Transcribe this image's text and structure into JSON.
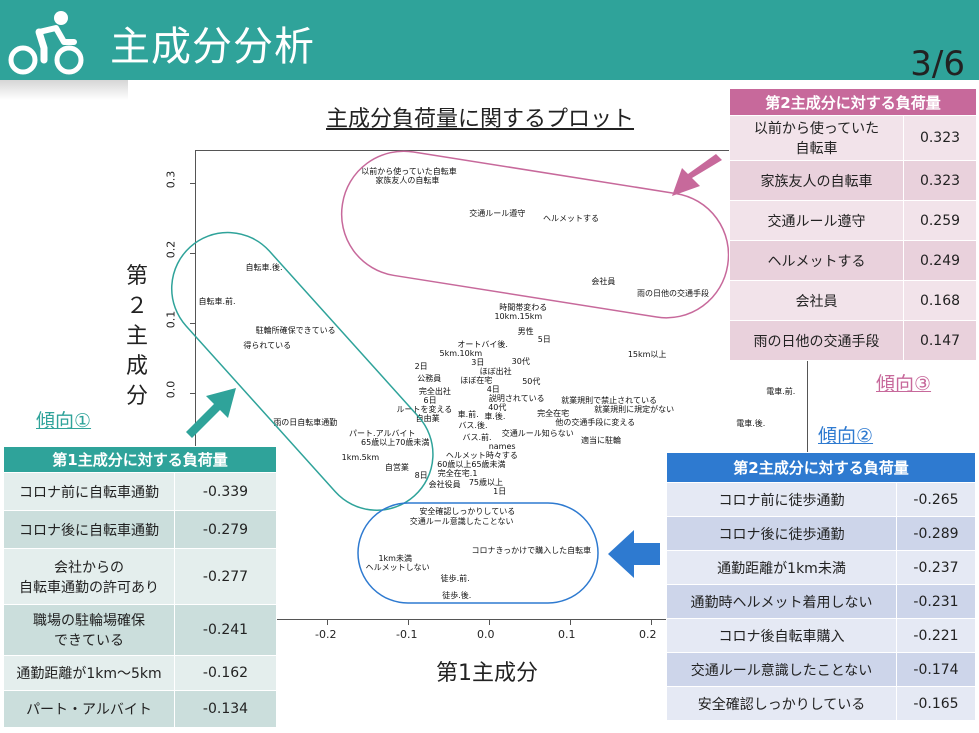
{
  "header": {
    "title": "主成分分析",
    "page": "3/6",
    "logo": "bicycle-icon"
  },
  "colors": {
    "teal": "#2fa39a",
    "pink": "#c7699b",
    "blue": "#2e7ad0"
  },
  "chart_data": {
    "type": "scatter",
    "title": "主成分負荷量に関するプロット",
    "xlabel": "第1主成分",
    "ylabel": "第２主成分",
    "xlim": [
      -0.36,
      0.39
    ],
    "ylim": [
      -0.33,
      0.34
    ],
    "xticks": [
      "-0.2",
      "-0.1",
      "0.0",
      "0.1",
      "0.2"
    ],
    "xtick_values": [
      -0.2,
      -0.1,
      0,
      0.1,
      0.2
    ],
    "yticks": [
      "0.0",
      "0.1",
      "0.2",
      "0.3"
    ],
    "ytick_values": [
      0,
      0.1,
      0.2,
      0.3
    ],
    "points": [
      {
        "label": "以前から使っていた自転車",
        "x": -0.1,
        "y": 0.317
      },
      {
        "label": "家族友人の自転車",
        "x": -0.102,
        "y": 0.307
      },
      {
        "label": "交通ルール遵守",
        "x": 0.009,
        "y": 0.257
      },
      {
        "label": "ヘルメットする",
        "x": 0.1,
        "y": 0.25
      },
      {
        "label": "会社員",
        "x": 0.14,
        "y": 0.16
      },
      {
        "label": "雨の日他の交通手段",
        "x": 0.226,
        "y": 0.143
      },
      {
        "label": "自転車.後.",
        "x": -0.279,
        "y": 0.18
      },
      {
        "label": "自転車.前.",
        "x": -0.337,
        "y": 0.131
      },
      {
        "label": "駐輪所確保できている",
        "x": -0.24,
        "y": 0.09
      },
      {
        "label": "得られている",
        "x": -0.275,
        "y": 0.069
      },
      {
        "label": "時間帯変わる",
        "x": 0.041,
        "y": 0.123
      },
      {
        "label": "10km.15km",
        "x": 0.035,
        "y": 0.113
      },
      {
        "label": "男性",
        "x": 0.044,
        "y": 0.089
      },
      {
        "label": "5日",
        "x": 0.067,
        "y": 0.077
      },
      {
        "label": "オートバイ後.",
        "x": -0.009,
        "y": 0.07
      },
      {
        "label": "5km.10km",
        "x": -0.036,
        "y": 0.059
      },
      {
        "label": "3日",
        "x": -0.015,
        "y": 0.049
      },
      {
        "label": "2日",
        "x": -0.085,
        "y": 0.039
      },
      {
        "label": "30代",
        "x": 0.038,
        "y": 0.046
      },
      {
        "label": "ほぼ出社",
        "x": 0.007,
        "y": 0.036
      },
      {
        "label": "ほぼ在宅",
        "x": -0.017,
        "y": 0.029
      },
      {
        "label": "4日",
        "x": 0.004,
        "y": 0.019
      },
      {
        "label": "公務員",
        "x": -0.075,
        "y": 0.021
      },
      {
        "label": "50代",
        "x": 0.051,
        "y": 0.017
      },
      {
        "label": "説明されている",
        "x": 0.033,
        "y": 0.003
      },
      {
        "label": "完全出社",
        "x": -0.068,
        "y": 0.003
      },
      {
        "label": "6日",
        "x": -0.074,
        "y": -0.007
      },
      {
        "label": "40代",
        "x": 0.009,
        "y": -0.007
      },
      {
        "label": "ルートを変える",
        "x": -0.081,
        "y": -0.017
      },
      {
        "label": "車.後.",
        "x": 0.006,
        "y": -0.017
      },
      {
        "label": "自由業",
        "x": -0.077,
        "y": -0.029
      },
      {
        "label": "車.前.",
        "x": -0.027,
        "y": -0.03
      },
      {
        "label": "バス.後.",
        "x": -0.021,
        "y": -0.039
      },
      {
        "label": "完全在宅",
        "x": 0.078,
        "y": -0.029
      },
      {
        "label": "就業規則で禁止されている",
        "x": 0.147,
        "y": -0.01
      },
      {
        "label": "就業規則に規定がない",
        "x": 0.178,
        "y": -0.02
      },
      {
        "label": "他の交通手段に変える",
        "x": 0.13,
        "y": -0.037
      },
      {
        "label": "交通ルール知らない",
        "x": 0.059,
        "y": -0.057
      },
      {
        "label": "適当に駐輪",
        "x": 0.137,
        "y": -0.067
      },
      {
        "label": "雨の日自転車通勤",
        "x": -0.228,
        "y": -0.041
      },
      {
        "label": "パート.アルバイト",
        "x": -0.133,
        "y": -0.057
      },
      {
        "label": "65歳以上70歳未満",
        "x": -0.117,
        "y": -0.069
      },
      {
        "label": "バス.前.",
        "x": -0.016,
        "y": -0.063
      },
      {
        "label": "names",
        "x": 0.015,
        "y": -0.074
      },
      {
        "label": "1km.5km",
        "x": -0.16,
        "y": -0.091
      },
      {
        "label": "ヘルメット時々する",
        "x": -0.01,
        "y": -0.083
      },
      {
        "label": "60歳以上65歳未満",
        "x": -0.023,
        "y": -0.094
      },
      {
        "label": "完全在宅.1",
        "x": -0.04,
        "y": -0.106
      },
      {
        "label": "75歳以上",
        "x": -0.005,
        "y": -0.116
      },
      {
        "label": "自営業",
        "x": -0.115,
        "y": -0.106
      },
      {
        "label": "8日",
        "x": -0.085,
        "y": -0.117
      },
      {
        "label": "会社役員",
        "x": -0.056,
        "y": -0.13
      },
      {
        "label": "1日",
        "x": 0.012,
        "y": -0.137
      },
      {
        "label": "15km以上",
        "x": 0.194,
        "y": 0.056
      },
      {
        "label": "電車.前.",
        "x": 0.359,
        "y": 0.003
      },
      {
        "label": "電車.後.",
        "x": 0.322,
        "y": -0.043
      },
      {
        "label": "安全確認しっかりしている",
        "x": -0.028,
        "y": -0.169
      },
      {
        "label": "交通ルール意識したことない",
        "x": -0.035,
        "y": -0.181
      },
      {
        "label": "コロナきっかけで購入した自転車",
        "x": 0.051,
        "y": -0.224
      },
      {
        "label": "1km未満",
        "x": -0.117,
        "y": -0.236
      },
      {
        "label": "ヘルメットしない",
        "x": -0.114,
        "y": -0.247
      },
      {
        "label": "徒歩.前.",
        "x": -0.043,
        "y": -0.264
      },
      {
        "label": "徒歩.後.",
        "x": -0.041,
        "y": -0.289
      }
    ]
  },
  "trend1": {
    "label": "傾向①",
    "header": "第1主成分に対する負荷量",
    "rows": [
      {
        "item": "コロナ前に自転車通勤",
        "value": "-0.339"
      },
      {
        "item": "コロナ後に自転車通勤",
        "value": "-0.279"
      },
      {
        "item": "会社からの\n自転車通勤の許可あり",
        "value": "-0.277"
      },
      {
        "item": "職場の駐輪場確保\nできている",
        "value": "-0.241"
      },
      {
        "item": "通勤距離が1km～5km",
        "value": "-0.162"
      },
      {
        "item": "パート・アルバイト",
        "value": "-0.134"
      }
    ]
  },
  "trend2": {
    "label": "傾向②",
    "header": "第2主成分に対する負荷量",
    "rows": [
      {
        "item": "コロナ前に徒歩通勤",
        "value": "-0.265"
      },
      {
        "item": "コロナ後に徒歩通勤",
        "value": "-0.289"
      },
      {
        "item": "通勤距離が1km未満",
        "value": "-0.237"
      },
      {
        "item": "通勤時ヘルメット着用しない",
        "value": "-0.231"
      },
      {
        "item": "コロナ後自転車購入",
        "value": "-0.221"
      },
      {
        "item": "交通ルール意識したことない",
        "value": "-0.174"
      },
      {
        "item": "安全確認しっかりしている",
        "value": "-0.165"
      }
    ]
  },
  "trend3": {
    "label": "傾向③",
    "header": "第2主成分に対する負荷量",
    "rows": [
      {
        "item": "以前から使っていた\n自転車",
        "value": "0.323"
      },
      {
        "item": "家族友人の自転車",
        "value": "0.323"
      },
      {
        "item": "交通ルール遵守",
        "value": "0.259"
      },
      {
        "item": "ヘルメットする",
        "value": "0.249"
      },
      {
        "item": "会社員",
        "value": "0.168"
      },
      {
        "item": "雨の日他の交通手段",
        "value": "0.147"
      }
    ]
  }
}
